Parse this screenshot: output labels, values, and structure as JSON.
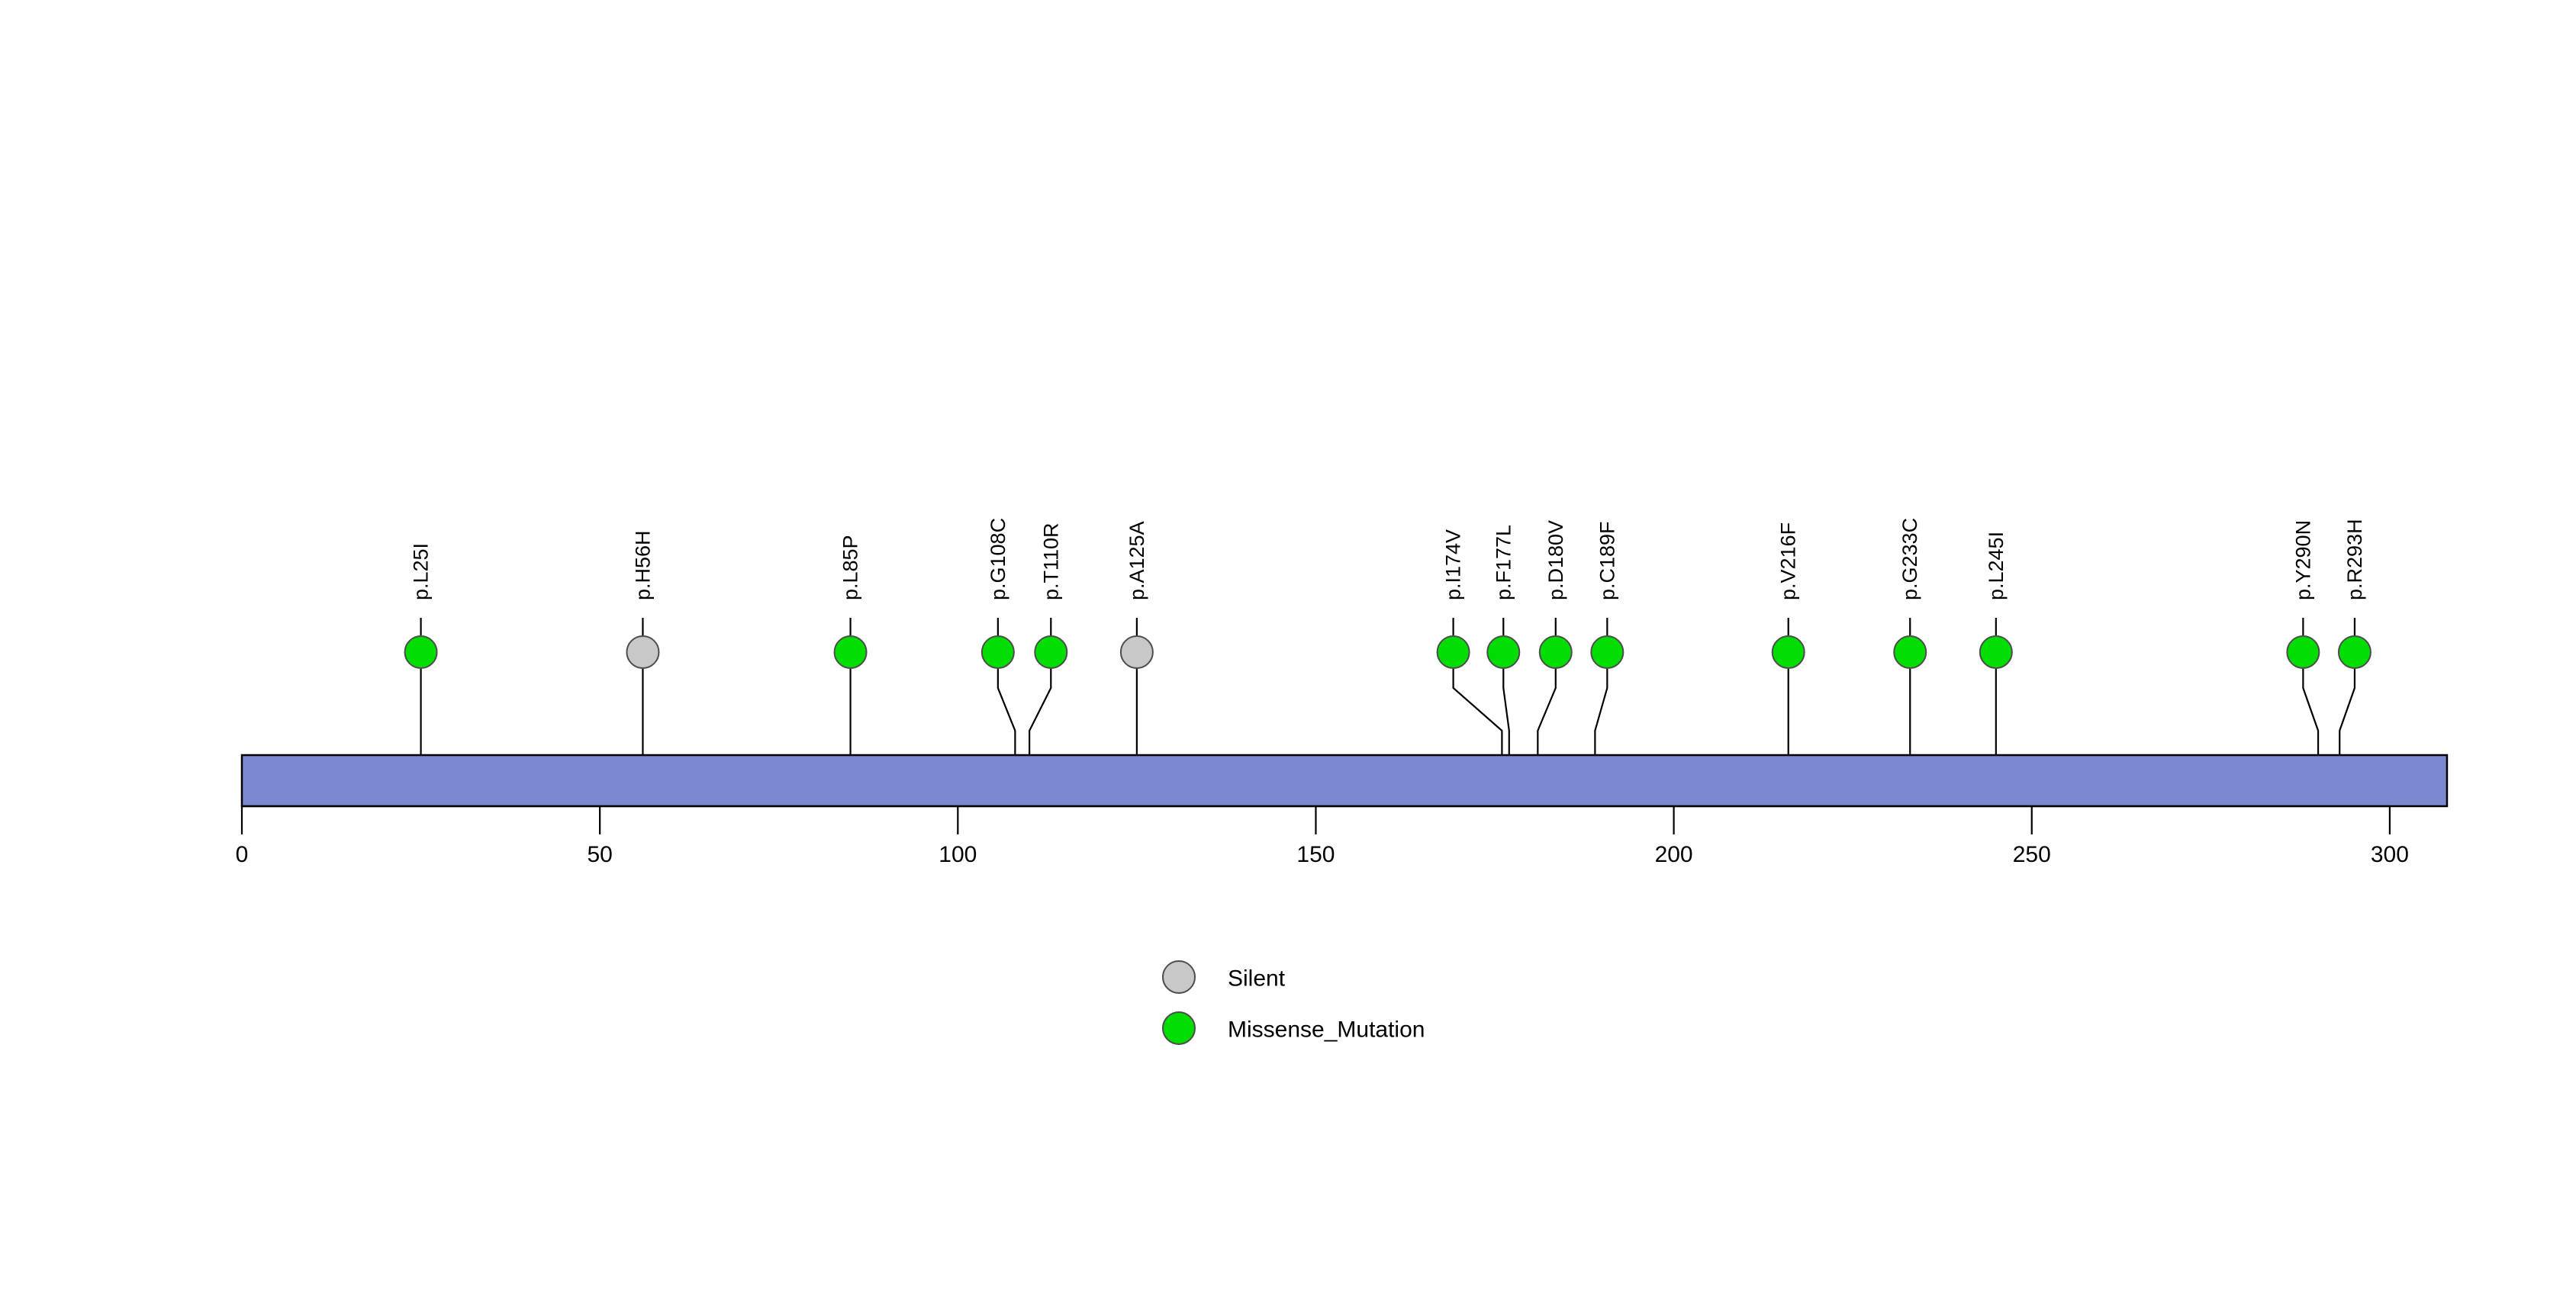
{
  "chart_data": {
    "type": "lollipop",
    "title": "",
    "xlabel": "",
    "ylabel": "",
    "xlim": [
      0,
      308
    ],
    "axis_ticks": [
      {
        "value": 0,
        "label": "0"
      },
      {
        "value": 50,
        "label": "50"
      },
      {
        "value": 100,
        "label": "100"
      },
      {
        "value": 150,
        "label": "150"
      },
      {
        "value": 200,
        "label": "200"
      },
      {
        "value": 250,
        "label": "250"
      },
      {
        "value": 300,
        "label": "300"
      }
    ],
    "protein_track": {
      "start": 0,
      "end": 308,
      "color": "#7B8AD0",
      "border_color": "#000000"
    },
    "colors": {
      "silent": "#C8C8C8",
      "missense": "#00DD00",
      "track": "#7B8AD0",
      "stem": "#000000",
      "text": "#000000",
      "background": "#FFFFFF"
    },
    "mutations": [
      {
        "label": "p.L25I",
        "position": 25,
        "type": "Missense_Mutation",
        "color": "#00DD00",
        "label_x": 25,
        "count": 1
      },
      {
        "label": "p.H56H",
        "position": 56,
        "type": "Silent",
        "color": "#C8C8C8",
        "label_x": 56,
        "count": 1
      },
      {
        "label": "p.L85P",
        "position": 85,
        "type": "Missense_Mutation",
        "color": "#00DD00",
        "label_x": 85,
        "count": 1
      },
      {
        "label": "p.G108C",
        "position": 108,
        "type": "Missense_Mutation",
        "color": "#00DD00",
        "label_x": 105.6,
        "count": 1
      },
      {
        "label": "p.T110R",
        "position": 110,
        "type": "Missense_Mutation",
        "color": "#00DD00",
        "label_x": 113.0,
        "count": 1
      },
      {
        "label": "p.A125A",
        "position": 125,
        "type": "Silent",
        "color": "#C8C8C8",
        "label_x": 125,
        "count": 1
      },
      {
        "label": "p.I174V",
        "position": 176,
        "type": "Missense_Mutation",
        "color": "#00DD00",
        "label_x": 169.2,
        "count": 1
      },
      {
        "label": "p.F177L",
        "position": 177,
        "type": "Missense_Mutation",
        "color": "#00DD00",
        "label_x": 176.2,
        "count": 1
      },
      {
        "label": "p.D180V",
        "position": 181,
        "type": "Missense_Mutation",
        "color": "#00DD00",
        "label_x": 183.5,
        "count": 1
      },
      {
        "label": "p.C189F",
        "position": 189,
        "type": "Missense_Mutation",
        "color": "#00DD00",
        "label_x": 190.7,
        "count": 1
      },
      {
        "label": "p.V216F",
        "position": 216,
        "type": "Missense_Mutation",
        "color": "#00DD00",
        "label_x": 216,
        "count": 1
      },
      {
        "label": "p.G233C",
        "position": 233,
        "type": "Missense_Mutation",
        "color": "#00DD00",
        "label_x": 233,
        "count": 1
      },
      {
        "label": "p.L245I",
        "position": 245,
        "type": "Missense_Mutation",
        "color": "#00DD00",
        "label_x": 245,
        "count": 1
      },
      {
        "label": "p.Y290N",
        "position": 290,
        "type": "Missense_Mutation",
        "color": "#00DD00",
        "label_x": 287.9,
        "count": 1
      },
      {
        "label": "p.R293H",
        "position": 293,
        "type": "Missense_Mutation",
        "color": "#00DD00",
        "label_x": 295.1,
        "count": 1
      }
    ],
    "legend": {
      "position": "bottom-center",
      "entries": [
        {
          "label": "Silent",
          "color": "#C8C8C8"
        },
        {
          "label": "Missense_Mutation",
          "color": "#00DD00"
        }
      ]
    }
  }
}
